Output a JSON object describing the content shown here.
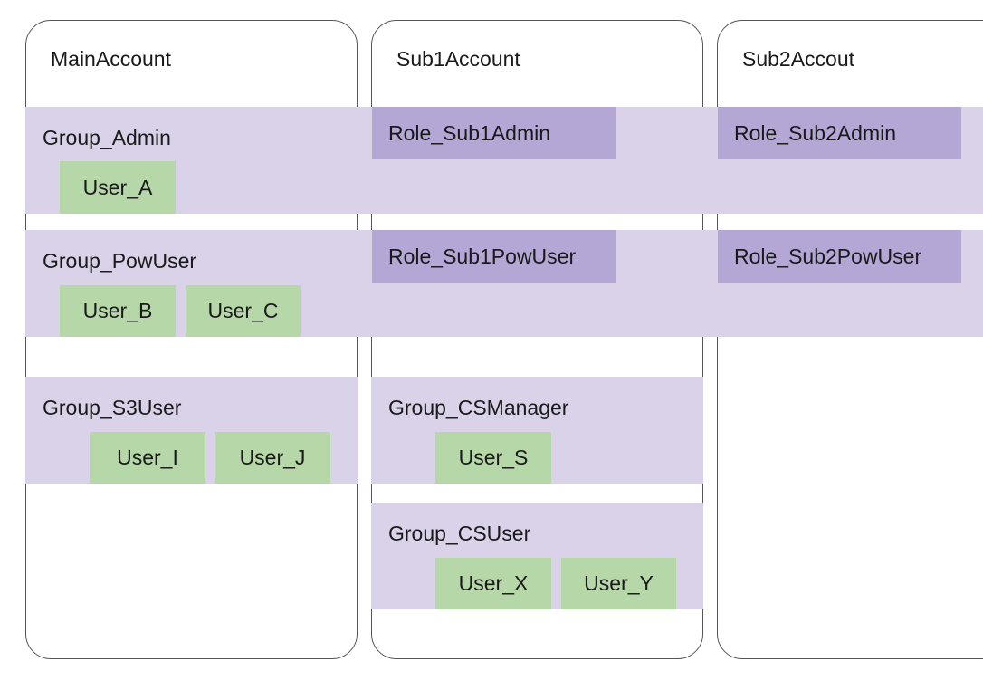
{
  "accounts": [
    {
      "name": "MainAccount"
    },
    {
      "name": "Sub1Account"
    },
    {
      "name": "Sub2Accout"
    }
  ],
  "main_groups": [
    {
      "name": "Group_Admin",
      "users": [
        "User_A"
      ]
    },
    {
      "name": "Group_PowUser",
      "users": [
        "User_B",
        "User_C"
      ]
    },
    {
      "name": "Group_S3User",
      "users": [
        "User_I",
        "User_J"
      ]
    }
  ],
  "sub1_roles": [
    "Role_Sub1Admin",
    "Role_Sub1PowUser"
  ],
  "sub1_groups": [
    {
      "name": "Group_CSManager",
      "users": [
        "User_S"
      ]
    },
    {
      "name": "Group_CSUser",
      "users": [
        "User_X",
        "User_Y"
      ]
    }
  ],
  "sub2_roles": [
    "Role_Sub2Admin",
    "Role_Sub2PowUser"
  ],
  "colors": {
    "band": "#d9d2e9",
    "role": "#b4a7d6",
    "user": "#b6d7a8",
    "border": "#555555"
  }
}
